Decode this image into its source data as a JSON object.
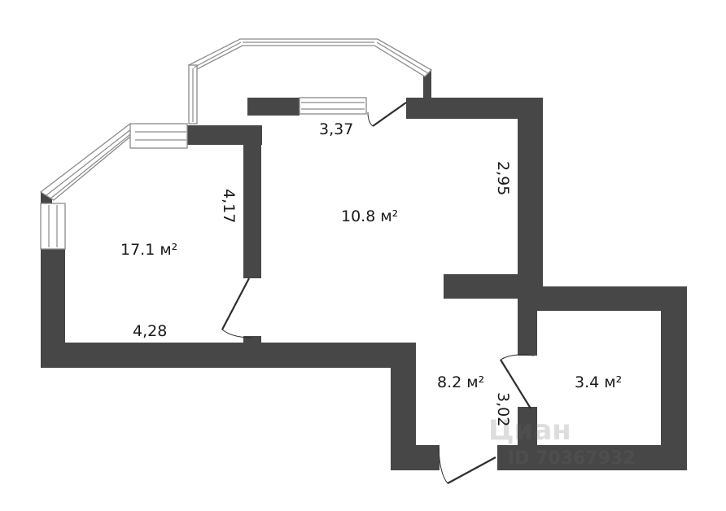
{
  "rooms": [
    {
      "id": "room-1",
      "area": "17.1 м²"
    },
    {
      "id": "room-2",
      "area": "10.8 м²"
    },
    {
      "id": "room-3",
      "area": "8.2 м²"
    },
    {
      "id": "room-4",
      "area": "3.4 м²"
    }
  ],
  "dimensions": {
    "d1": "3,37",
    "d2": "4,17",
    "d3": "2,95",
    "d4": "4,28",
    "d5": "3,02"
  },
  "watermark": {
    "brand": "Циан",
    "id_text": "ID 70367932"
  },
  "colors": {
    "wall": "#474747",
    "window": "#8a8a8a",
    "background": "#ffffff"
  }
}
